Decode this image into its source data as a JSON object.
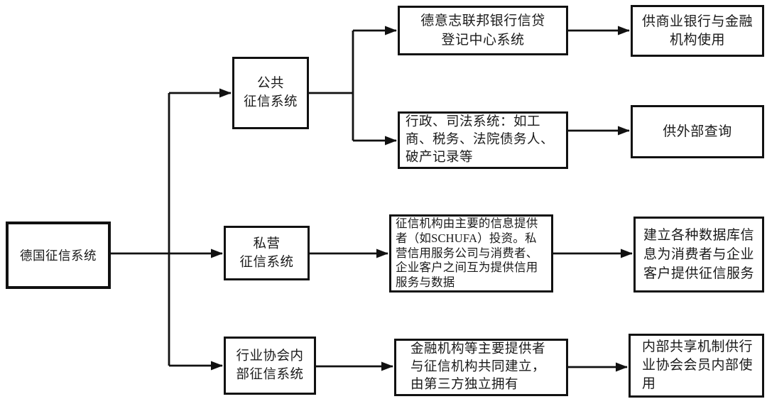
{
  "diagram": {
    "background_color": "#ffffff",
    "line_color": "#111111",
    "text_color": "#1a1a1a",
    "nodes": {
      "root": {
        "label": "德国征信系统"
      },
      "public_system": {
        "label": "公共\n征信系统"
      },
      "private_system": {
        "label": "私营\n征信系统"
      },
      "association_system": {
        "label": "行业协会内\n部征信系统"
      },
      "bundesbank_registry": {
        "label": "德意志联邦银行信贷\n登记中心系统"
      },
      "admin_judicial": {
        "label": "行政、司法系统：如工\n商、税务、法院债务人、\n破产记录等"
      },
      "private_description": {
        "label": "征信机构由主要的信息提供\n者（如SCHUFA）投资。私\n营信用服务公司与消费者、\n企业客户之间互为提供信用\n服务与数据"
      },
      "association_description": {
        "label": "金融机构等主要提供者\n与征信机构共同建立，\n由第三方独立拥有"
      },
      "commercial_use": {
        "label": "供商业银行与金融\n机构使用"
      },
      "external_inquiry": {
        "label": "供外部查询"
      },
      "database_service": {
        "label": "建立各种数据库信\n息为消费者与企业\n客户提供征信服务"
      },
      "internal_sharing": {
        "label": "内部共享机制供行\n业协会会员内部使\n用"
      }
    },
    "edges": [
      {
        "from": "root",
        "to": "public_system"
      },
      {
        "from": "root",
        "to": "private_system"
      },
      {
        "from": "root",
        "to": "association_system"
      },
      {
        "from": "public_system",
        "to": "bundesbank_registry"
      },
      {
        "from": "public_system",
        "to": "admin_judicial"
      },
      {
        "from": "bundesbank_registry",
        "to": "commercial_use"
      },
      {
        "from": "admin_judicial",
        "to": "external_inquiry"
      },
      {
        "from": "private_system",
        "to": "private_description"
      },
      {
        "from": "private_description",
        "to": "database_service"
      },
      {
        "from": "association_system",
        "to": "association_description"
      },
      {
        "from": "association_description",
        "to": "internal_sharing"
      }
    ]
  }
}
